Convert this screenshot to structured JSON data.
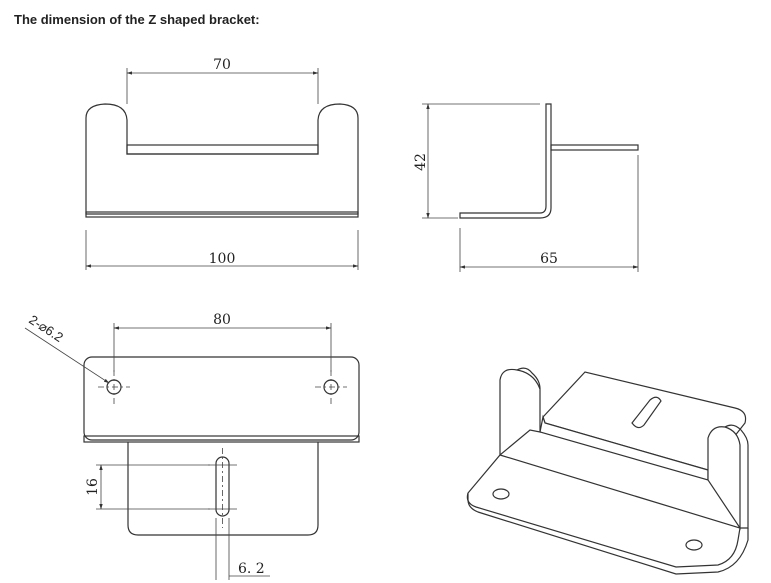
{
  "title": "The dimension of the Z shaped bracket:",
  "dimensions": {
    "front_top_width": "70",
    "front_bottom_width": "100",
    "side_height": "42",
    "side_depth": "65",
    "hole_spacing": "80",
    "hole_callout": "2-⌀6.2",
    "slot_length": "16",
    "slot_width": "6. 2"
  },
  "colors": {
    "line": "#333333",
    "text": "#222222"
  }
}
